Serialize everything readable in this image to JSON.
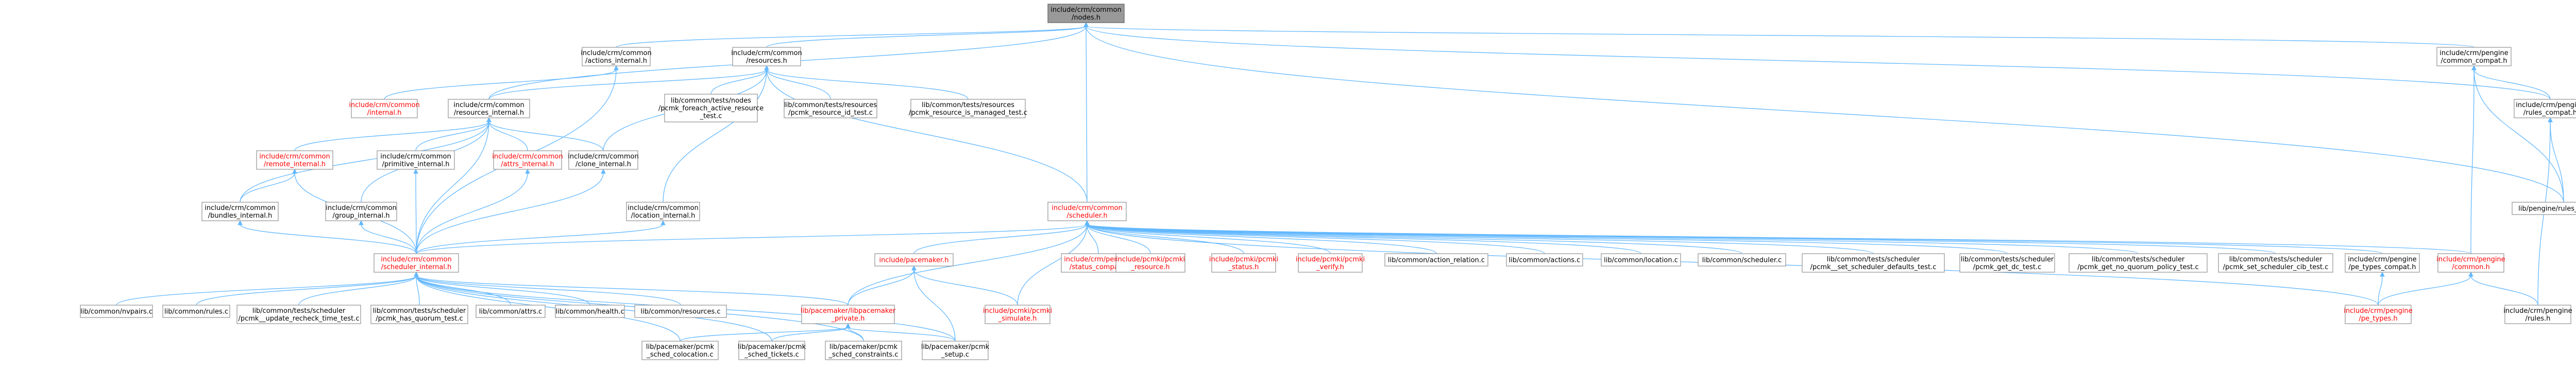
{
  "graph": {
    "colors": {
      "root_fill": "#999999",
      "node_fill": "#ffffff",
      "node_border": "#999999",
      "edge": "#63b8ff",
      "red_label": "#ff0000",
      "text": "#000000"
    },
    "nodes": [
      {
        "id": "nodes_h",
        "lines": [
          "include/crm/common",
          "/nodes.h"
        ],
        "style": "root"
      },
      {
        "id": "actions_internal_h",
        "lines": [
          "include/crm/common",
          "/actions_internal.h"
        ],
        "style": "black"
      },
      {
        "id": "resources_h",
        "lines": [
          "include/crm/common",
          "/resources.h"
        ],
        "style": "black"
      },
      {
        "id": "compat_h",
        "lines": [
          "include/crm/pengine",
          "/common_compat.h"
        ],
        "style": "black"
      },
      {
        "id": "internal_h",
        "lines": [
          "include/crm/common",
          "/internal.h"
        ],
        "style": "red"
      },
      {
        "id": "resources_internal_h",
        "lines": [
          "include/crm/common",
          "/resources_internal.h"
        ],
        "style": "black"
      },
      {
        "id": "foreach_active_test",
        "lines": [
          "lib/common/tests/nodes",
          "/pcmk_foreach_active_resource",
          "_test.c"
        ],
        "style": "black"
      },
      {
        "id": "resource_id_test",
        "lines": [
          "lib/common/tests/resources",
          "/pcmk_resource_id_test.c"
        ],
        "style": "black"
      },
      {
        "id": "resource_managed_test",
        "lines": [
          "lib/common/tests/resources",
          "/pcmk_resource_is_managed_test.c"
        ],
        "style": "black"
      },
      {
        "id": "rules_compat_h",
        "lines": [
          "include/crm/pengine",
          "/rules_compat.h"
        ],
        "style": "black"
      },
      {
        "id": "remote_internal_h",
        "lines": [
          "include/crm/common",
          "/remote_internal.h"
        ],
        "style": "red"
      },
      {
        "id": "primitive_internal_h",
        "lines": [
          "include/crm/common",
          "/primitive_internal.h"
        ],
        "style": "black"
      },
      {
        "id": "attrs_internal_h",
        "lines": [
          "include/crm/common",
          "/attrs_internal.h"
        ],
        "style": "red"
      },
      {
        "id": "clone_internal_h",
        "lines": [
          "include/crm/common",
          "/clone_internal.h"
        ],
        "style": "black"
      },
      {
        "id": "rules_compat_c",
        "lines": [
          "lib/pengine/rules_compat.c"
        ],
        "style": "black"
      },
      {
        "id": "bundles_internal_h",
        "lines": [
          "include/crm/common",
          "/bundles_internal.h"
        ],
        "style": "black"
      },
      {
        "id": "group_internal_h",
        "lines": [
          "include/crm/common",
          "/group_internal.h"
        ],
        "style": "black"
      },
      {
        "id": "location_internal_h",
        "lines": [
          "include/crm/common",
          "/location_internal.h"
        ],
        "style": "black"
      },
      {
        "id": "scheduler_h",
        "lines": [
          "include/crm/common",
          "/scheduler.h"
        ],
        "style": "red"
      },
      {
        "id": "scheduler_internal_h",
        "lines": [
          "include/crm/common",
          "/scheduler_internal.h"
        ],
        "style": "red"
      },
      {
        "id": "pacemaker_h",
        "lines": [
          "include/pacemaker.h"
        ],
        "style": "red"
      },
      {
        "id": "status_compat_h",
        "lines": [
          "include/crm/pengine",
          "/status_compat.h"
        ],
        "style": "red"
      },
      {
        "id": "pcmki_resource_h",
        "lines": [
          "include/pcmki/pcmki",
          "_resource.h"
        ],
        "style": "red"
      },
      {
        "id": "pcmki_status_h",
        "lines": [
          "include/pcmki/pcmki",
          "_status.h"
        ],
        "style": "red"
      },
      {
        "id": "pcmki_verify_h",
        "lines": [
          "include/pcmki/pcmki",
          "_verify.h"
        ],
        "style": "red"
      },
      {
        "id": "action_relation_c",
        "lines": [
          "lib/common/action_relation.c"
        ],
        "style": "black"
      },
      {
        "id": "actions_c",
        "lines": [
          "lib/common/actions.c"
        ],
        "style": "black"
      },
      {
        "id": "location_c",
        "lines": [
          "lib/common/location.c"
        ],
        "style": "black"
      },
      {
        "id": "scheduler_c",
        "lines": [
          "lib/common/scheduler.c"
        ],
        "style": "black"
      },
      {
        "id": "set_defaults_test",
        "lines": [
          "lib/common/tests/scheduler",
          "/pcmk__set_scheduler_defaults_test.c"
        ],
        "style": "black"
      },
      {
        "id": "get_dc_test",
        "lines": [
          "lib/common/tests/scheduler",
          "/pcmk_get_dc_test.c"
        ],
        "style": "black"
      },
      {
        "id": "no_quorum_test",
        "lines": [
          "lib/common/tests/scheduler",
          "/pcmk_get_no_quorum_policy_test.c"
        ],
        "style": "black"
      },
      {
        "id": "set_cib_test",
        "lines": [
          "lib/common/tests/scheduler",
          "/pcmk_set_scheduler_cib_test.c"
        ],
        "style": "black"
      },
      {
        "id": "pe_types_compat_h",
        "lines": [
          "include/crm/pengine",
          "/pe_types_compat.h"
        ],
        "style": "black"
      },
      {
        "id": "pengine_common_h",
        "lines": [
          "include/crm/pengine",
          "/common.h"
        ],
        "style": "red"
      },
      {
        "id": "simulate_h",
        "lines": [
          "include/pcmki/pcmki",
          "_simulate.h"
        ],
        "style": "red"
      },
      {
        "id": "nvpairs_c",
        "lines": [
          "lib/common/nvpairs.c"
        ],
        "style": "black"
      },
      {
        "id": "rules_c",
        "lines": [
          "lib/common/rules.c"
        ],
        "style": "black"
      },
      {
        "id": "update_recheck_test",
        "lines": [
          "lib/common/tests/scheduler",
          "/pcmk__update_recheck_time_test.c"
        ],
        "style": "black"
      },
      {
        "id": "has_quorum_test",
        "lines": [
          "lib/common/tests/scheduler",
          "/pcmk_has_quorum_test.c"
        ],
        "style": "black"
      },
      {
        "id": "attrs_c",
        "lines": [
          "lib/common/attrs.c"
        ],
        "style": "black"
      },
      {
        "id": "health_c",
        "lines": [
          "lib/common/health.c"
        ],
        "style": "black"
      },
      {
        "id": "resources_c",
        "lines": [
          "lib/common/resources.c"
        ],
        "style": "black"
      },
      {
        "id": "sched_private_h",
        "lines": [
          "lib/pacemaker/libpacemaker",
          "_private.h"
        ],
        "style": "red"
      },
      {
        "id": "pe_types_h",
        "lines": [
          "include/crm/pengine",
          "/pe_types.h"
        ],
        "style": "red"
      },
      {
        "id": "pengine_rules_h",
        "lines": [
          "include/crm/pengine",
          "/rules.h"
        ],
        "style": "black"
      },
      {
        "id": "sched_colocation_c",
        "lines": [
          "lib/pacemaker/pcmk",
          "_sched_colocation.c"
        ],
        "style": "black"
      },
      {
        "id": "sched_tickets_c",
        "lines": [
          "lib/pacemaker/pcmk",
          "_sched_tickets.c"
        ],
        "style": "black"
      },
      {
        "id": "sched_constraints_c",
        "lines": [
          "lib/pacemaker/pcmk",
          "_sched_constraints.c"
        ],
        "style": "black"
      },
      {
        "id": "setup_c",
        "lines": [
          "lib/pacemaker/pcmk",
          "_setup.c"
        ],
        "style": "black"
      }
    ]
  }
}
